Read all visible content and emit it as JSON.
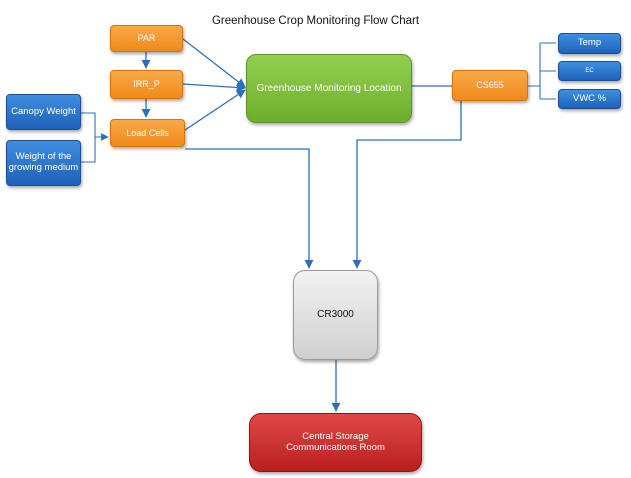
{
  "title": "Greenhouse Crop Monitoring Flow Chart",
  "nodes": {
    "par": "PAR",
    "irr_p": "IRR_P",
    "load_cells": "Load Cells",
    "canopy_weight": "Canopy Weight",
    "growing_medium_weight": "Weight of the growing medium",
    "monitoring_location": "Greenhouse Monitoring Location",
    "cs655": "CS655",
    "temp": "Temp",
    "ec": "EC",
    "vwc": "VWC %",
    "cr3000": "CR3000",
    "central_storage": "Central Storage Communications Room"
  },
  "colors": {
    "orange_node": "#f08a1a",
    "blue_node": "#1e62b8",
    "green_node": "#6fae2c",
    "grey_node": "#cfcfcf",
    "red_node": "#b91f1f",
    "connector": "#2e6fbd"
  }
}
